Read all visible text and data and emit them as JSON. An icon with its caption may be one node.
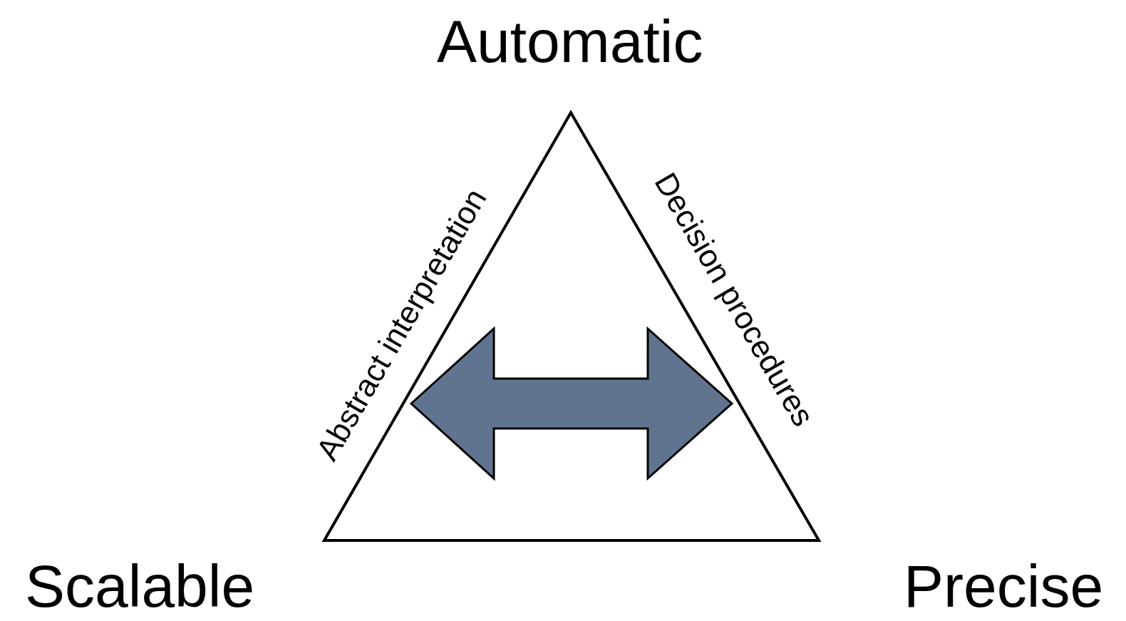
{
  "diagram": {
    "labels": [
      "Automatic",
      "Abstract interpretation",
      "Decision procedures",
      "Scalable",
      "Precise"
    ]
  }
}
